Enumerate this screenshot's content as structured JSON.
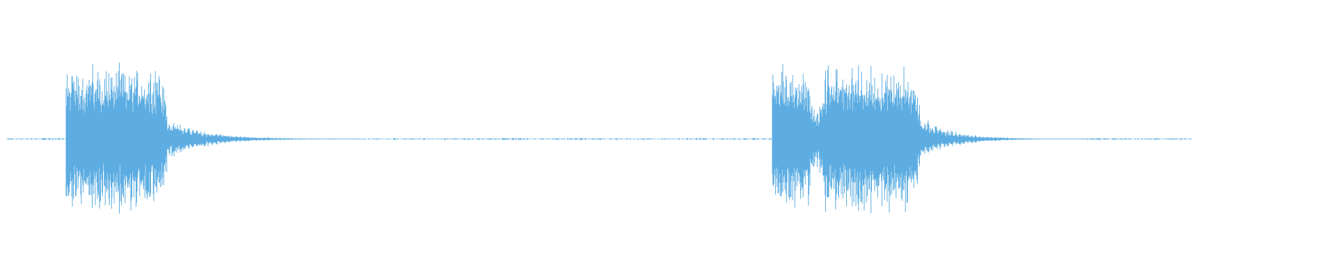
{
  "waveform": {
    "color": "#5dade2",
    "background": "#ffffff",
    "segments": [
      {
        "kind": "noise"
      },
      {
        "kind": "burst",
        "envelope": "dense-high"
      },
      {
        "kind": "decay",
        "envelope": "ringing-tail"
      },
      {
        "kind": "noise"
      },
      {
        "kind": "burst",
        "envelope": "dense-high-with-dip"
      },
      {
        "kind": "decay",
        "envelope": "ringing-tail"
      },
      {
        "kind": "noise"
      },
      {
        "kind": "silence"
      }
    ]
  }
}
